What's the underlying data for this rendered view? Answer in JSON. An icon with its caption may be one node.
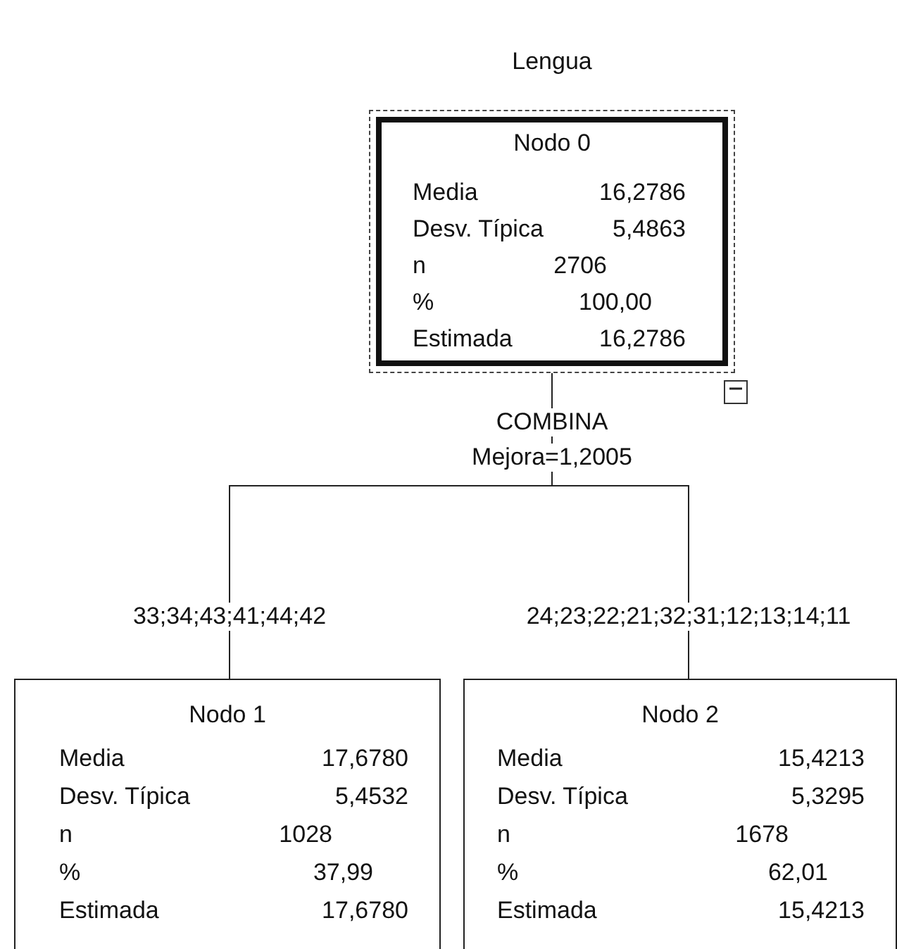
{
  "diagram": {
    "title": "Lengua",
    "nodes": [
      {
        "text": [
          "Nodo 0",
          "Media",
          "16,2786",
          "Desv. Típica",
          "5,4863",
          "n",
          "2706",
          "%",
          "100,00",
          "Estimada",
          "16,2786"
        ]
      },
      {
        "text": [
          "Nodo 1",
          "Media",
          "17,6780",
          "Desv. Típica",
          "5,4532",
          "n",
          "1028",
          "%",
          "37,99",
          "Estimada",
          "17,6780"
        ]
      },
      {
        "text": [
          "Nodo 2",
          "Media",
          "15,4213",
          "Desv. Típica",
          "5,3295",
          "n",
          "1678",
          "%",
          "62,01",
          "Estimada",
          "15,4213"
        ]
      }
    ],
    "edges": [
      {
        "from": 0,
        "to": 1,
        "arrow": "none",
        "label": "33;34;43;41;44;42"
      },
      {
        "from": 0,
        "to": 2,
        "arrow": "none",
        "label": "24;23;22;21;32;31;12;13;14;11"
      }
    ],
    "labels": [
      "COMBINA",
      "Mejora=1,2005"
    ]
  }
}
